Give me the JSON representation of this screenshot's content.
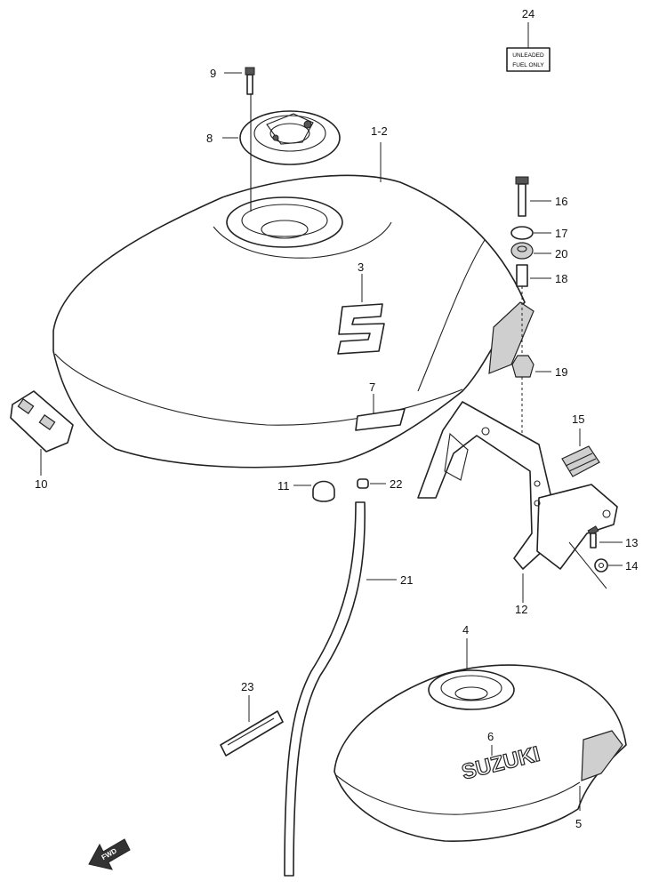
{
  "callouts": {
    "c1": "1-2",
    "c3": "3",
    "c4": "4",
    "c5": "5",
    "c6": "6",
    "c7": "7",
    "c8": "8",
    "c9": "9",
    "c10": "10",
    "c11": "11",
    "c12": "12",
    "c13": "13",
    "c14": "14",
    "c15": "15",
    "c16": "16",
    "c17": "17",
    "c18": "18",
    "c19": "19",
    "c20": "20",
    "c21": "21",
    "c22": "22",
    "c23": "23",
    "c24": "24"
  },
  "label_24": {
    "line1": "UNLEADED",
    "line2": "FUEL ONLY"
  },
  "tank_emblem": "SUZUKI",
  "fwd_arrow": "FWD",
  "icons": [
    "fuel-tank",
    "fuel-cap",
    "bolt",
    "washer",
    "bracket",
    "fuel-hose",
    "front-arrow"
  ]
}
